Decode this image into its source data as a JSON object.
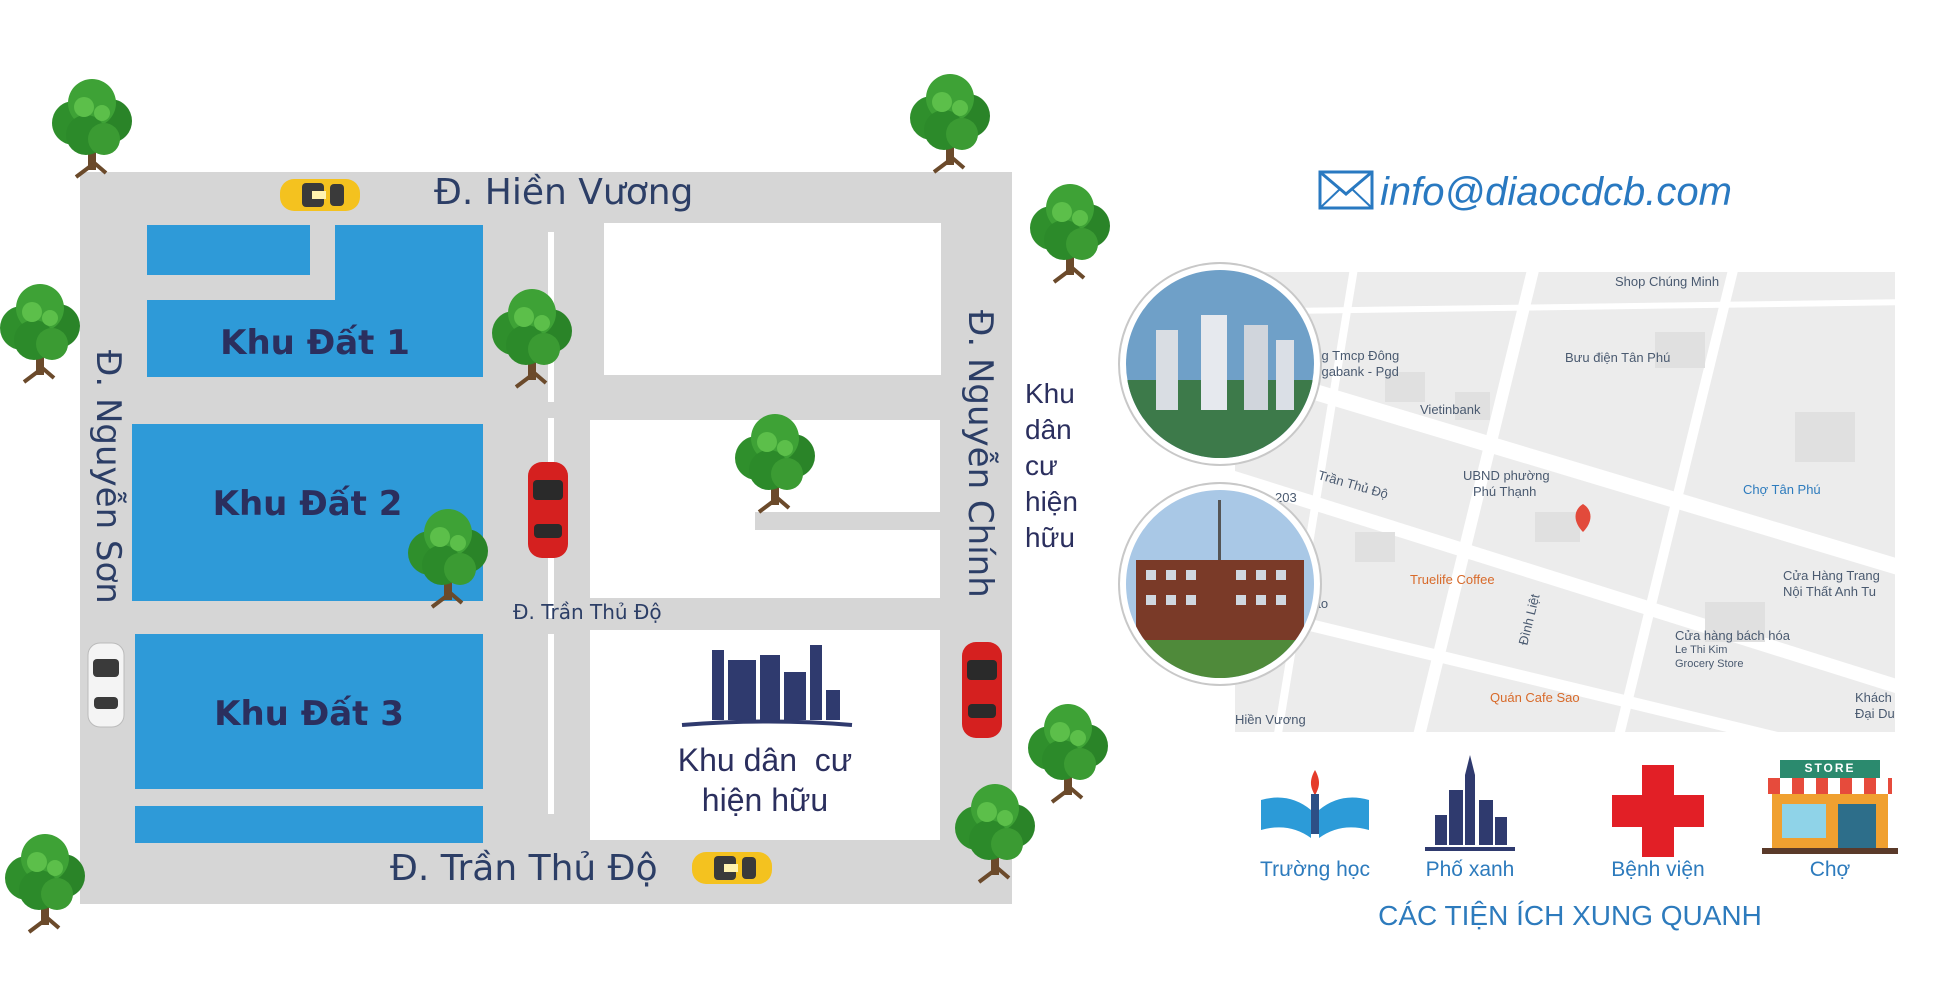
{
  "site_plan": {
    "roads": {
      "north": "Đ. Hiền Vương",
      "south": "Đ. Trần Thủ Độ",
      "west": "Đ. Nguyễn Sơn",
      "east": "Đ. Nguyễn Chính",
      "inner": "Đ. Trần Thủ Độ"
    },
    "lots": [
      "Khu Đất 1",
      "Khu Đất 2",
      "Khu Đất 3"
    ],
    "residential_block_label_line1": "Khu dân  cư",
    "residential_block_label_line2": "hiện hữu",
    "side_label": [
      "Khu",
      "dân",
      "cư",
      "hiện",
      "hữu"
    ],
    "colors": {
      "road": "#d6d6d6",
      "lot": "#2e9ad8",
      "lot_text": "#2b2f5e",
      "road_text": "#2c3e66"
    }
  },
  "contact": {
    "email": "info@diaocdcb.com",
    "icon": "mail-icon"
  },
  "map_labels": {
    "shop": "Shop Chúng Minh",
    "bank1": "ăng Tmcp Đông",
    "bank2": "ongabank - Pgd",
    "post": "Bưu điện Tân Phú",
    "vietin": "Vietinbank",
    "ubnd1": "UBND phường",
    "ubnd2": "Phú Thạnh",
    "market": "Chợ Tân Phú",
    "street1": "Trần Thủ Độ",
    "num": "203",
    "coffee": "Truelife Coffee",
    "furn1": "Cửa Hàng Trang",
    "furn2": "Nội Thất Anh Tu",
    "groc1": "Cửa hàng bách hóa",
    "groc2": "Le Thi Kim",
    "groc3": "Grocery Store",
    "sao": "Sao",
    "dinh": "Đình Liệt",
    "cafesao": "Quán Cafe Sao",
    "hien": "Hiền Vương",
    "khach1": "Khách",
    "khach2": "Đại Du"
  },
  "amenities": {
    "items": [
      {
        "label": "Trường học",
        "icon": "school-book-icon"
      },
      {
        "label": "Phố xanh",
        "icon": "city-tower-icon"
      },
      {
        "label": "Bệnh viện",
        "icon": "hospital-cross-icon"
      },
      {
        "label": "Chợ",
        "icon": "store-icon"
      }
    ],
    "store_sign": "STORE",
    "caption": "CÁC TIỆN ÍCH XUNG QUANH"
  }
}
